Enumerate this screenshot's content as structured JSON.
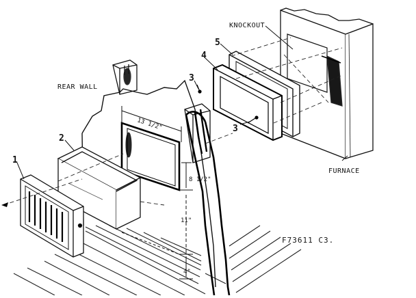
{
  "labels": {
    "rear_wall": "REAR WALL",
    "knockout": "KNOCKOUT",
    "furnace": "FURNACE",
    "figure_code": "F73611 C3."
  },
  "part_numbers": [
    "1",
    "2",
    "3",
    "3",
    "4",
    "5"
  ],
  "dimensions": {
    "width": "13 1/2\"",
    "height": "8 1/2\"",
    "mid_gap": "11\"",
    "bottom_gap": "4\""
  }
}
